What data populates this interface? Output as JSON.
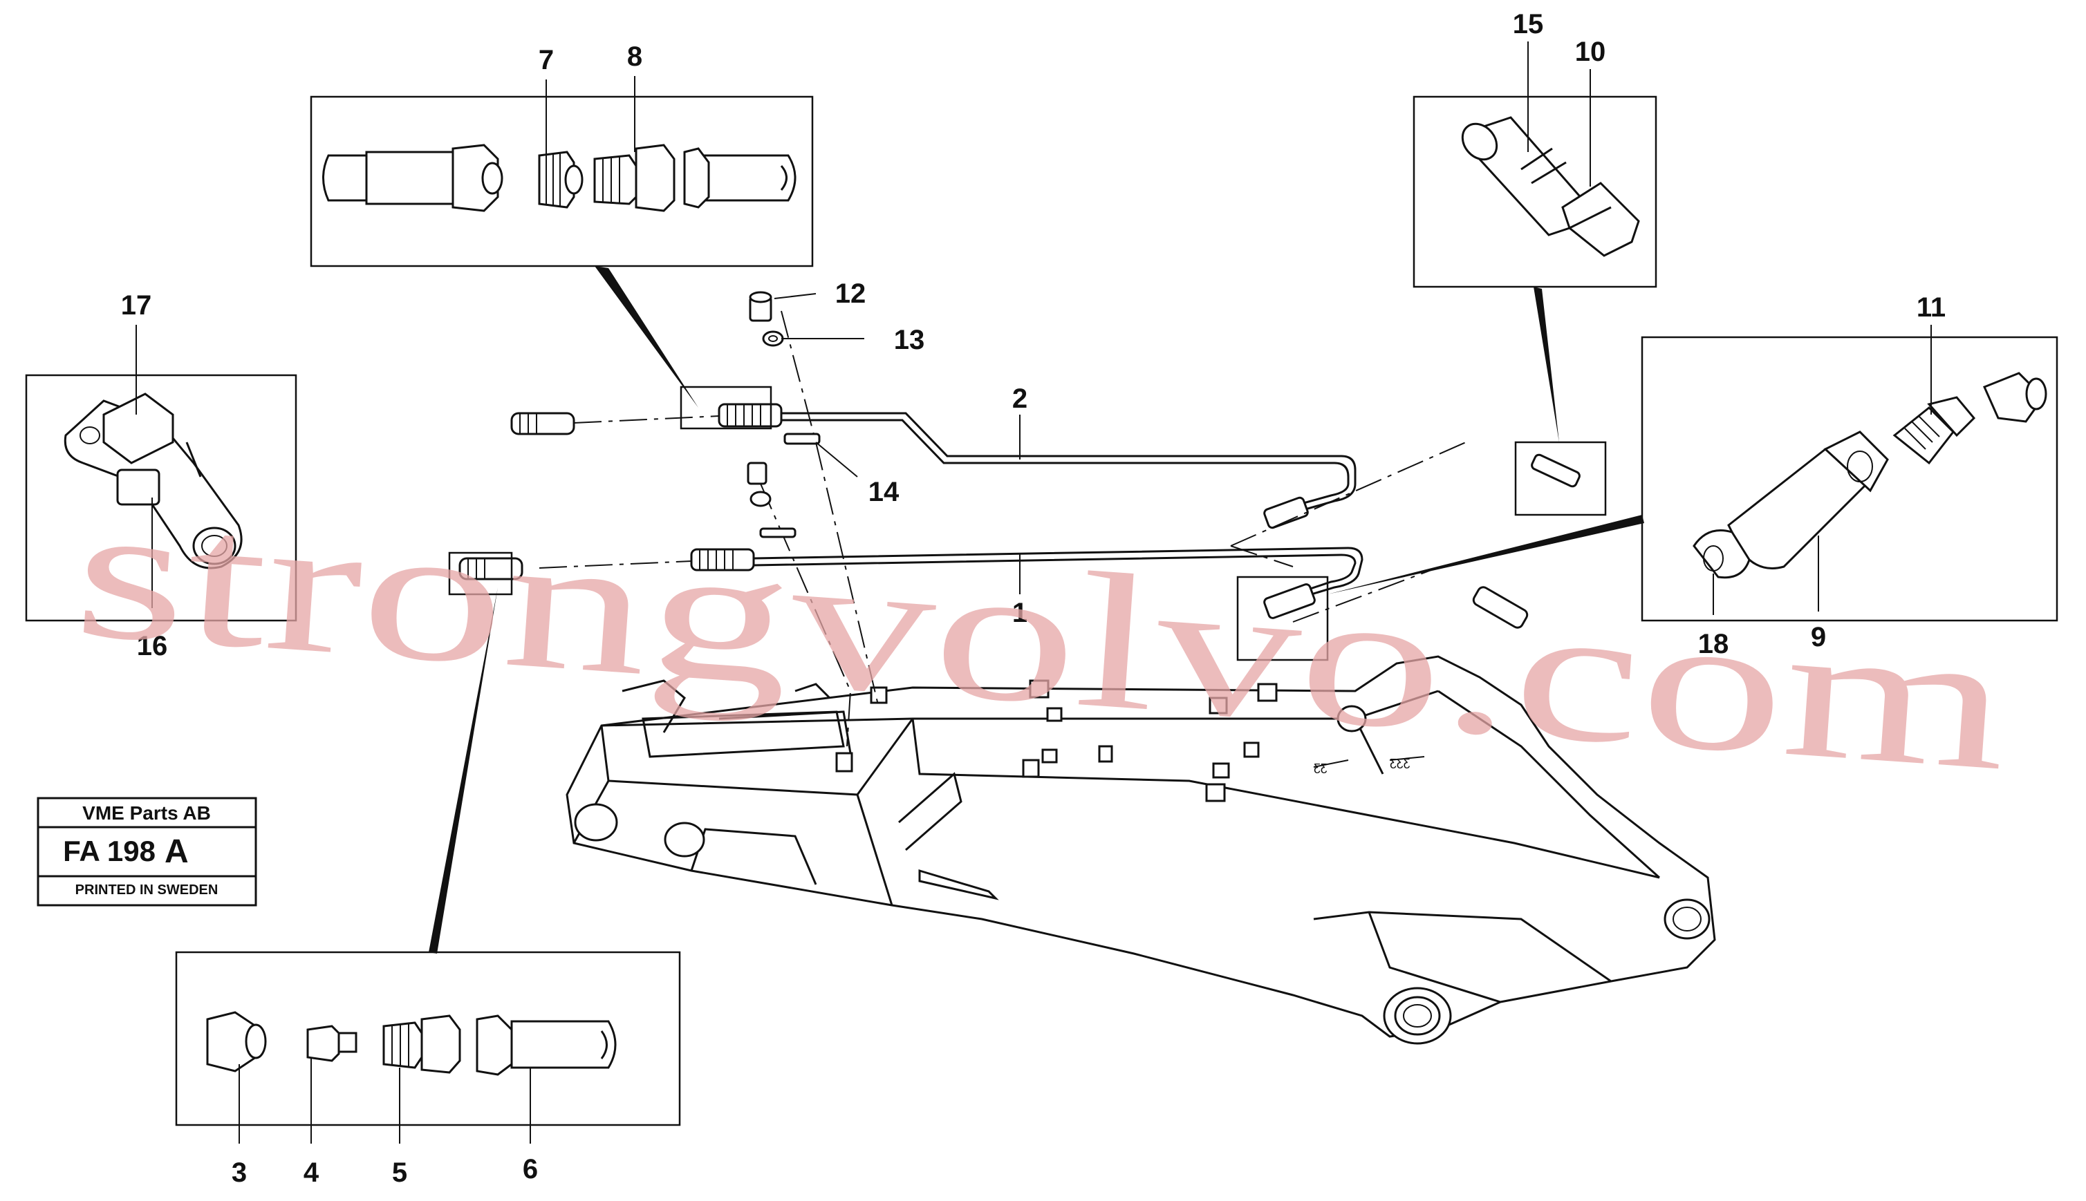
{
  "stamp": {
    "company": "VME Parts AB",
    "code": "FA 198",
    "revision": "A",
    "printed": "PRINTED IN SWEDEN"
  },
  "watermark": "strongvolvo.com",
  "part_labels": {
    "p1": "1",
    "p2": "2",
    "p3": "3",
    "p4": "4",
    "p5": "5",
    "p6": "6",
    "p7": "7",
    "p8": "8",
    "p9": "9",
    "p10": "10",
    "p11": "11",
    "p12": "12",
    "p13": "13",
    "p14": "14",
    "p15": "15",
    "p16": "16",
    "p17": "17",
    "p18": "18"
  }
}
